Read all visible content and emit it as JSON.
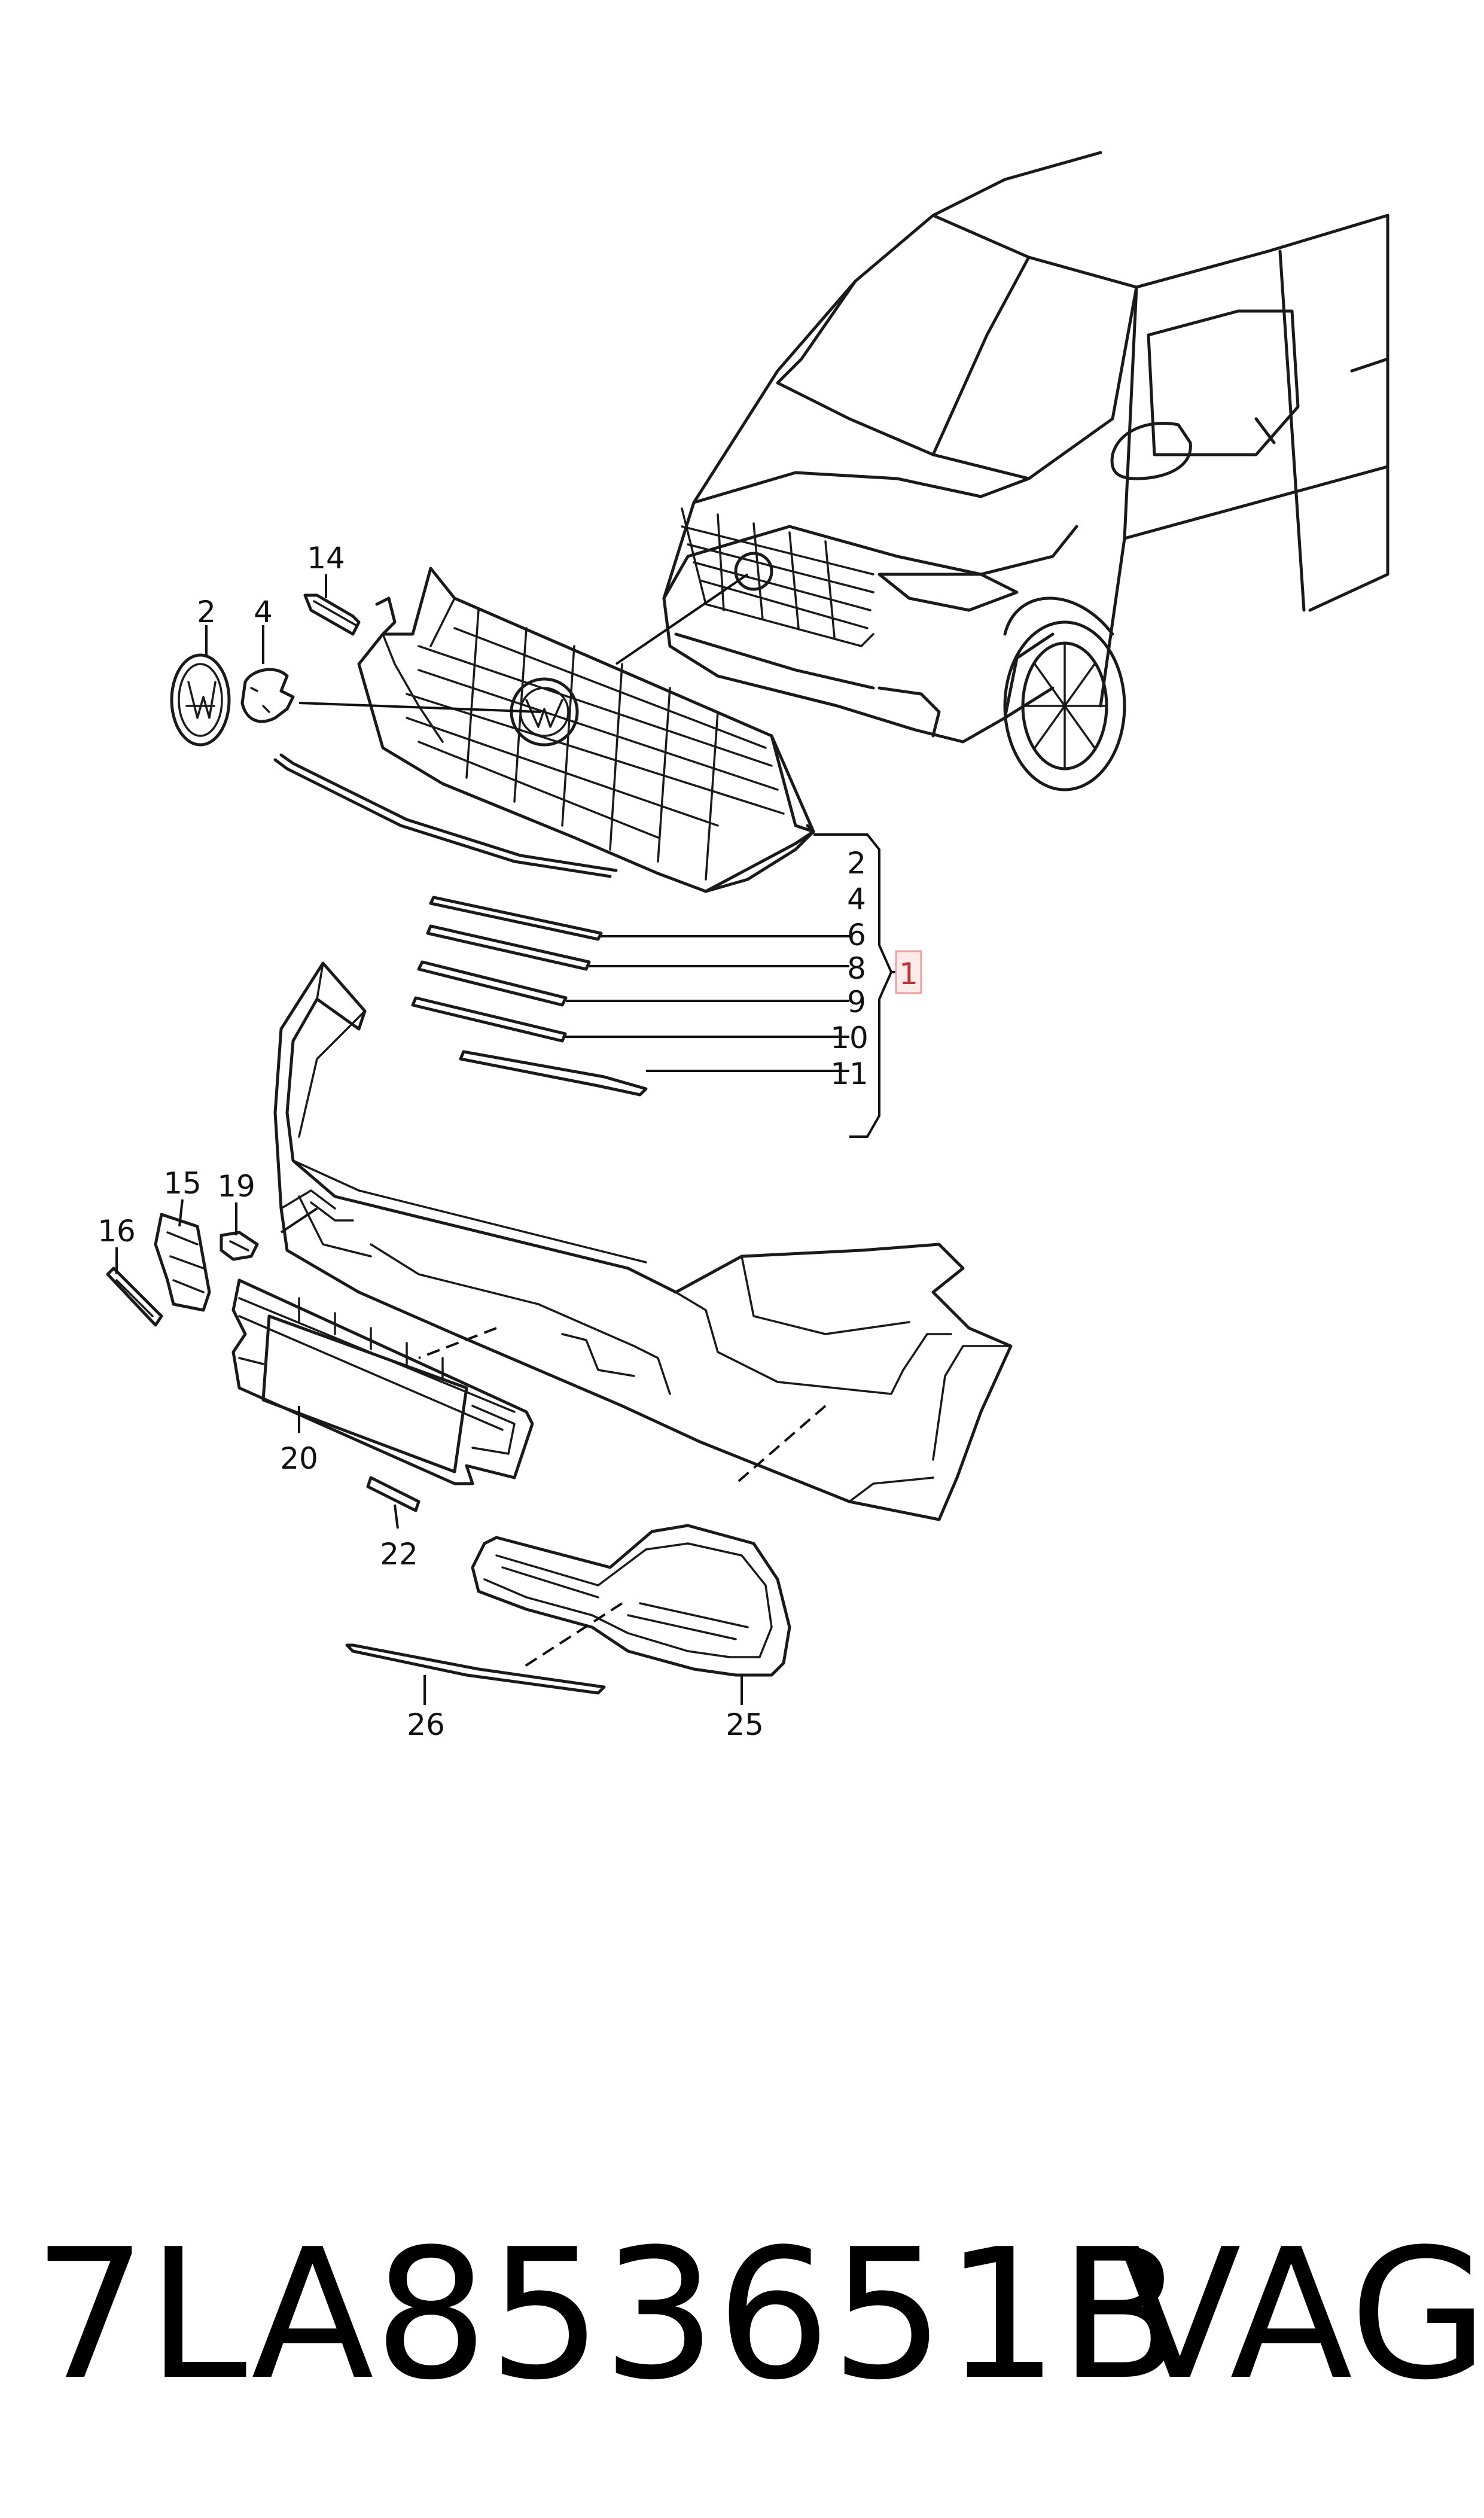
{
  "callouts": {
    "c2_top": "2",
    "c4_top": "4",
    "c14": "14",
    "c2": "2",
    "c4": "4",
    "c6": "6",
    "c8": "8",
    "c9": "9",
    "c10": "10",
    "c11": "11",
    "c1": "1",
    "c15": "15",
    "c16": "16",
    "c19": "19",
    "c20": "20",
    "c22": "22",
    "c25": "25",
    "c26": "26"
  },
  "footer": {
    "part_number": "7LA853651B",
    "brand": "VAG"
  },
  "colors": {
    "line": "#1a1a1a",
    "highlight_box": "#e8a0a0",
    "highlight_fill": "#fdeaea"
  }
}
